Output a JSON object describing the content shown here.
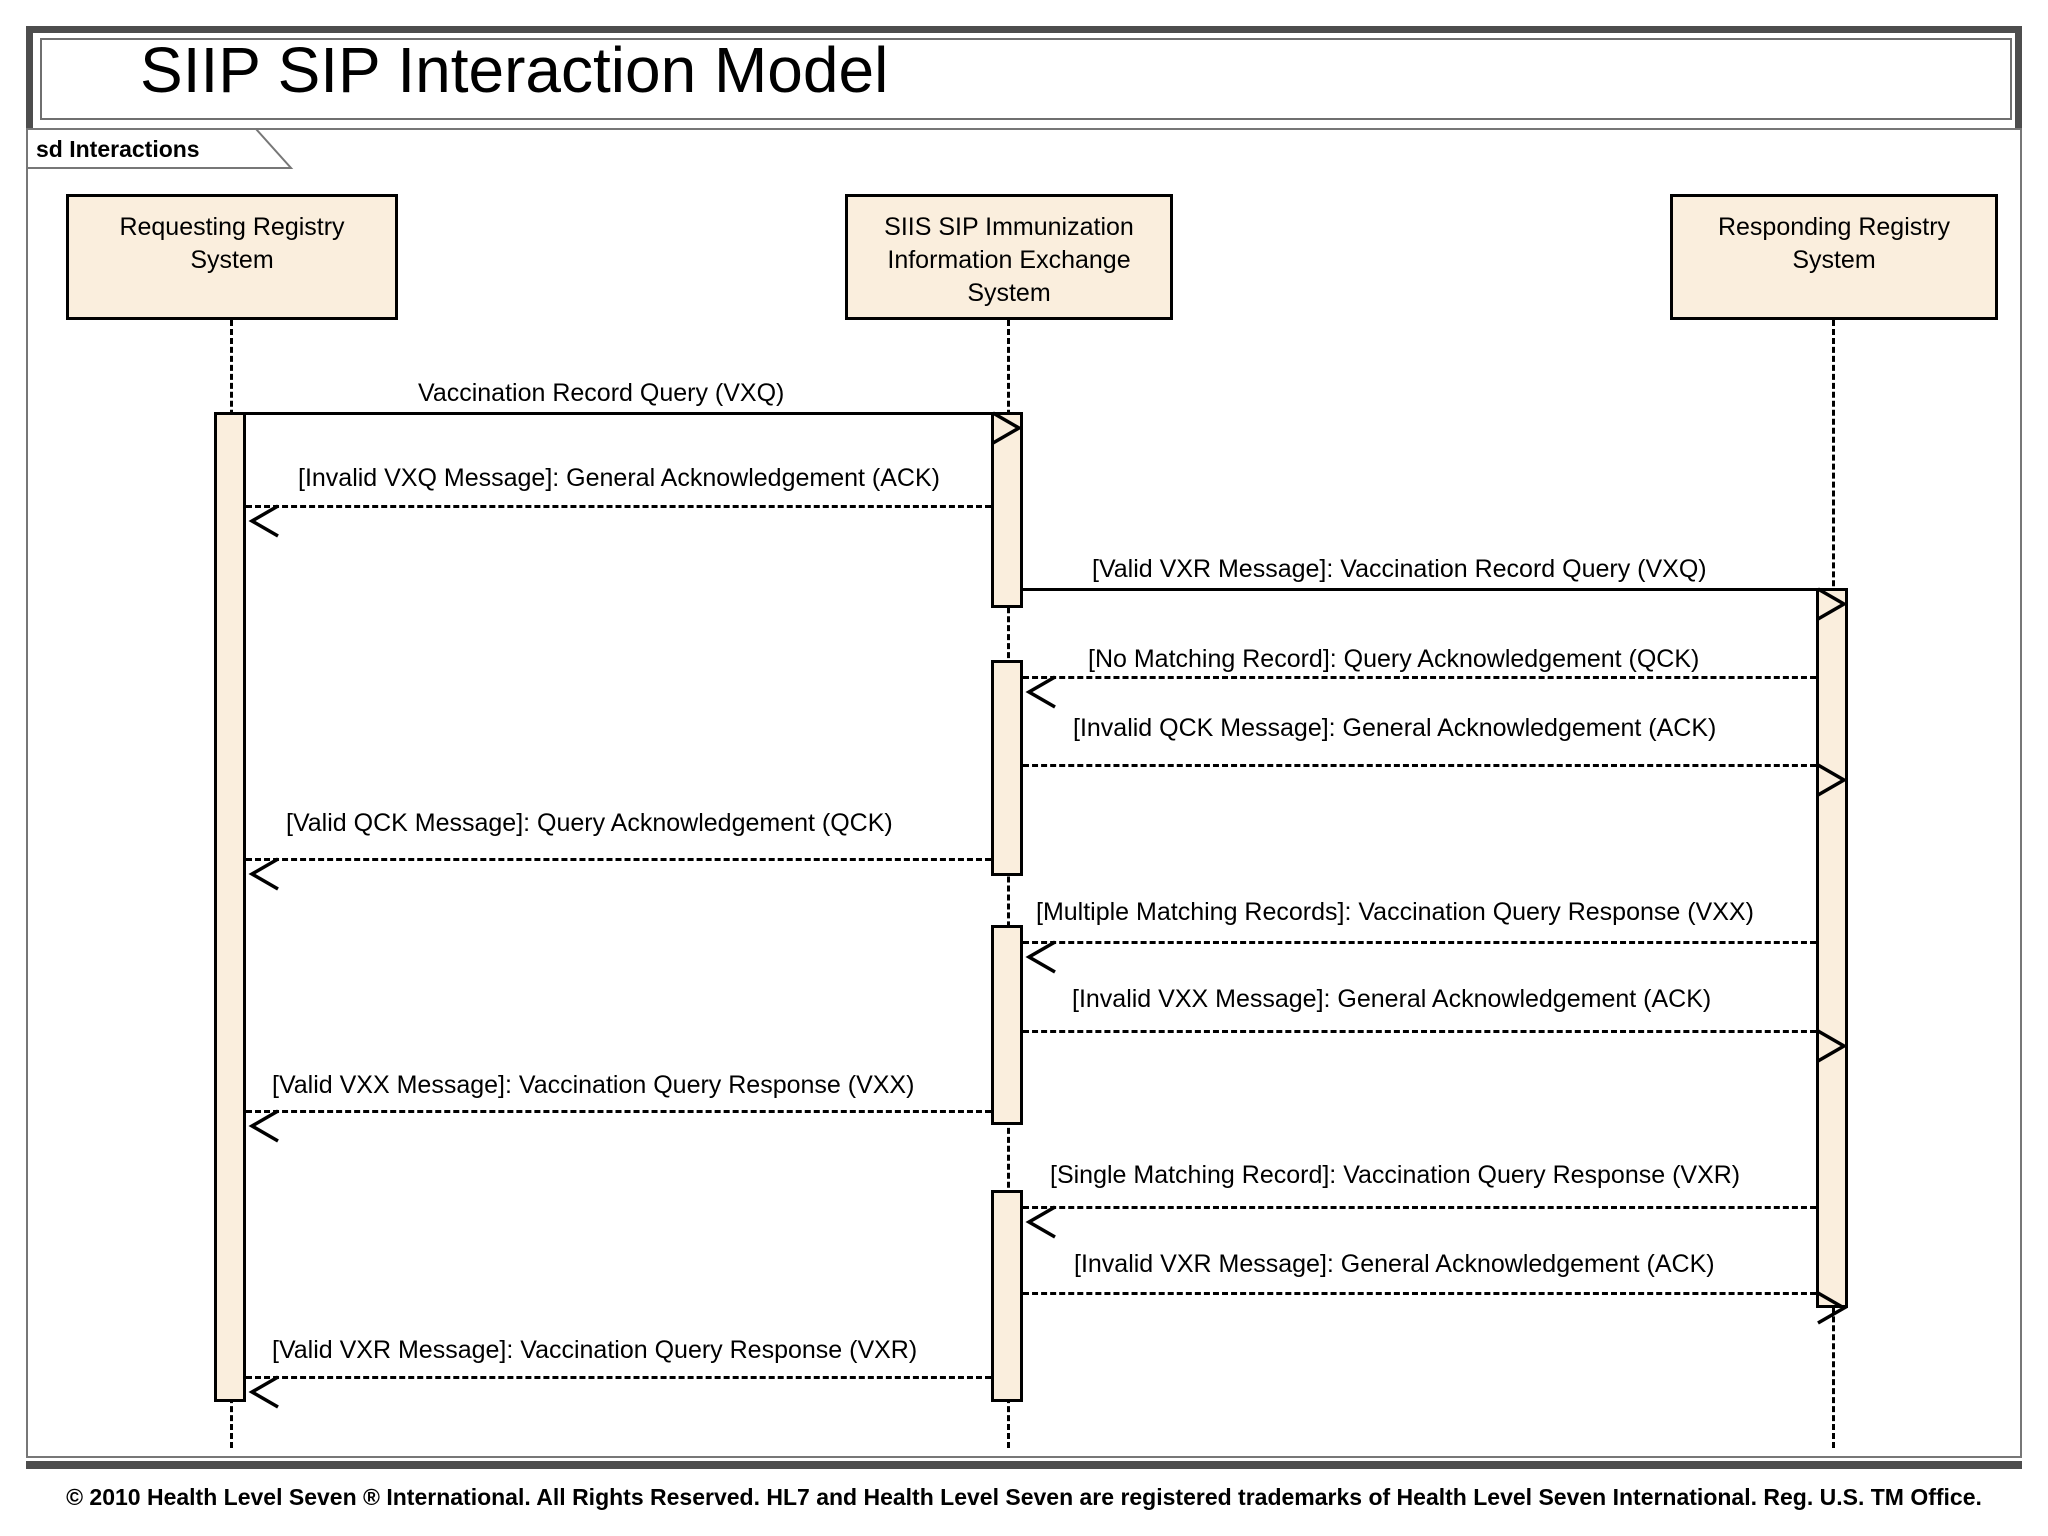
{
  "slide": {
    "title": "SIIP SIP Interaction Model",
    "frame_label": "sd Interactions",
    "footer": "© 2010 Health Level Seven ® International. All Rights Reserved. HL7 and Health Level Seven are registered trademarks of Health Level Seven International. Reg. U.S. TM Office."
  },
  "colors": {
    "lifeline_fill": "#faeedd",
    "stroke": "#000000",
    "frame": "#4d4d4d",
    "background": "#ffffff"
  },
  "diagram": {
    "type": "uml-sequence-diagram",
    "lifelines": [
      {
        "id": "requesting",
        "label": "Requesting Registry\nSystem"
      },
      {
        "id": "siis",
        "label": "SIIS SIP Immunization\nInformation Exchange\nSystem"
      },
      {
        "id": "responding",
        "label": "Responding Registry\nSystem"
      }
    ],
    "messages": [
      {
        "index": 1,
        "label": "Vaccination Record Query (VXQ)",
        "from": "requesting",
        "to": "siis",
        "style": "solid",
        "direction": "right"
      },
      {
        "index": 2,
        "label": "[Invalid VXQ Message]: General Acknowledgement (ACK)",
        "from": "siis",
        "to": "requesting",
        "style": "dashed",
        "direction": "left"
      },
      {
        "index": 3,
        "label": "[Valid VXR Message]: Vaccination Record Query (VXQ)",
        "from": "siis",
        "to": "responding",
        "style": "solid",
        "direction": "right"
      },
      {
        "index": 4,
        "label": "[No Matching Record]: Query Acknowledgement (QCK)",
        "from": "responding",
        "to": "siis",
        "style": "dashed",
        "direction": "left"
      },
      {
        "index": 5,
        "label": "[Invalid QCK Message]: General Acknowledgement (ACK)",
        "from": "siis",
        "to": "responding",
        "style": "dashed",
        "direction": "right"
      },
      {
        "index": 6,
        "label": "[Valid QCK Message]: Query Acknowledgement (QCK)",
        "from": "siis",
        "to": "requesting",
        "style": "dashed",
        "direction": "left"
      },
      {
        "index": 7,
        "label": "[Multiple Matching Records]: Vaccination Query Response (VXX)",
        "from": "responding",
        "to": "siis",
        "style": "dashed",
        "direction": "left"
      },
      {
        "index": 8,
        "label": "[Invalid VXX Message]: General Acknowledgement (ACK)",
        "from": "siis",
        "to": "responding",
        "style": "dashed",
        "direction": "right"
      },
      {
        "index": 9,
        "label": "[Valid VXX Message]: Vaccination Query Response (VXX)",
        "from": "siis",
        "to": "requesting",
        "style": "dashed",
        "direction": "left"
      },
      {
        "index": 10,
        "label": "[Single Matching Record]: Vaccination Query Response (VXR)",
        "from": "responding",
        "to": "siis",
        "style": "dashed",
        "direction": "left"
      },
      {
        "index": 11,
        "label": "[Invalid VXR Message]: General Acknowledgement (ACK)",
        "from": "siis",
        "to": "responding",
        "style": "dashed",
        "direction": "right"
      },
      {
        "index": 12,
        "label": "[Valid VXR Message]: Vaccination Query Response (VXR)",
        "from": "siis",
        "to": "requesting",
        "style": "dashed",
        "direction": "left"
      }
    ]
  }
}
